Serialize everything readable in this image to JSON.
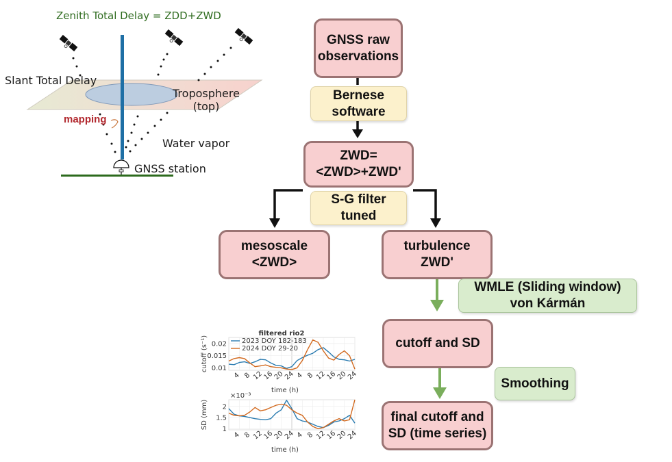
{
  "illustration": {
    "zenith_label": "Zenith Total Delay = ZDD+ZWD",
    "slant_label": "Slant Total Delay",
    "troposphere_label_line1": "Troposphere",
    "troposphere_label_line2": "(top)",
    "mapping_label": "mapping",
    "water_vapor_label": "Water vapor",
    "station_label": "GNSS station",
    "colors": {
      "zenith_bar": "#1f6fa5",
      "ground": "#2c6a1d",
      "mapping": "#b2292f"
    }
  },
  "flowchart": {
    "nodes": {
      "raw": {
        "line1": "GNSS raw",
        "line2": "observations"
      },
      "bernese": {
        "line1": "Bernese",
        "line2": "software"
      },
      "zwd": {
        "line1": "ZWD=",
        "line2": "<ZWD>+ZWD'"
      },
      "sg": {
        "line1": "S-G filter",
        "line2": "tuned"
      },
      "meso": {
        "line1": "mesoscale",
        "line2": "<ZWD>"
      },
      "turb": {
        "line1": "turbulence",
        "line2": "ZWD'"
      },
      "wmle": {
        "line1": "WMLE (Sliding window)",
        "line2": "von Kármán"
      },
      "cutoff": {
        "line1": "cutoff and SD"
      },
      "smoothing": {
        "line1": "Smoothing"
      },
      "final": {
        "line1": "final cutoff and",
        "line2": "SD (time series)"
      }
    },
    "colors": {
      "process": "#f8cfd0",
      "process_border": "#9b7373",
      "method": "#fcf1cc",
      "step": "#d9eccd",
      "arrow_black": "#111111",
      "arrow_green": "#7aae5c"
    }
  },
  "chart_data": [
    {
      "type": "line",
      "title": "filtered rio2",
      "xlabel": "time (h)",
      "ylabel": "cutoff (s⁻¹)",
      "x_ticks": [
        "4",
        "8",
        "12",
        "16",
        "20",
        "24",
        "4",
        "8",
        "12",
        "16",
        "20",
        "24"
      ],
      "x": [
        0,
        2,
        4,
        6,
        8,
        10,
        12,
        14,
        16,
        18,
        20,
        22,
        24,
        26,
        28,
        30,
        32,
        34,
        36,
        38,
        40,
        42,
        44,
        46,
        48
      ],
      "xlim": [
        0,
        48
      ],
      "ylim": [
        0.009,
        0.0225
      ],
      "y_ticks": [
        "0.01",
        "0.015",
        "0.02"
      ],
      "y_tick_values": [
        0.01,
        0.015,
        0.02
      ],
      "legend": "top-left",
      "series": [
        {
          "name": "2023 DOY 182-183",
          "color": "#2a7bb0",
          "values": [
            0.0115,
            0.0113,
            0.0122,
            0.0125,
            0.0118,
            0.0125,
            0.0135,
            0.0133,
            0.012,
            0.011,
            0.0108,
            0.0098,
            0.0105,
            0.013,
            0.0142,
            0.0152,
            0.016,
            0.0175,
            0.0183,
            0.0165,
            0.0145,
            0.0135,
            0.0133,
            0.0128,
            0.0135
          ]
        },
        {
          "name": "2024 DOY 29-20",
          "color": "#d2691e",
          "values": [
            0.0128,
            0.0138,
            0.0142,
            0.0138,
            0.012,
            0.0105,
            0.0108,
            0.0112,
            0.0105,
            0.0102,
            0.01,
            0.0095,
            0.0093,
            0.01,
            0.013,
            0.0175,
            0.0215,
            0.0205,
            0.017,
            0.014,
            0.0132,
            0.0155,
            0.017,
            0.015,
            0.0095
          ]
        }
      ]
    },
    {
      "type": "line",
      "title": "",
      "xlabel": "time (h)",
      "ylabel": "SD (mm)",
      "y_multiplier": "×10⁻³",
      "x_ticks": [
        "4",
        "8",
        "12",
        "16",
        "20",
        "24",
        "4",
        "8",
        "12",
        "16",
        "20",
        "24"
      ],
      "x": [
        0,
        2,
        4,
        6,
        8,
        10,
        12,
        14,
        16,
        18,
        20,
        22,
        24,
        26,
        28,
        30,
        32,
        34,
        36,
        38,
        40,
        42,
        44,
        46,
        48
      ],
      "xlim": [
        0,
        48
      ],
      "ylim": [
        0.95,
        2.3
      ],
      "y_ticks": [
        "1",
        "1.5",
        "2"
      ],
      "y_tick_values": [
        1,
        1.5,
        2
      ],
      "series": [
        {
          "name": "2023 DOY 182-183",
          "color": "#2a7bb0",
          "values": [
            1.9,
            1.65,
            1.58,
            1.55,
            1.5,
            1.45,
            1.42,
            1.4,
            1.45,
            1.7,
            1.85,
            2.28,
            1.9,
            1.45,
            1.35,
            1.3,
            1.2,
            1.1,
            1.05,
            1.15,
            1.3,
            1.35,
            1.45,
            1.6,
            1.25
          ]
        },
        {
          "name": "2024 DOY 29-20",
          "color": "#d2691e",
          "values": [
            1.7,
            1.6,
            1.58,
            1.6,
            1.75,
            1.95,
            1.8,
            1.85,
            1.95,
            2.05,
            2.1,
            2.05,
            1.85,
            1.7,
            1.6,
            1.3,
            1.1,
            1.0,
            1.05,
            1.2,
            1.35,
            1.45,
            1.35,
            1.4,
            2.3
          ]
        }
      ]
    }
  ]
}
